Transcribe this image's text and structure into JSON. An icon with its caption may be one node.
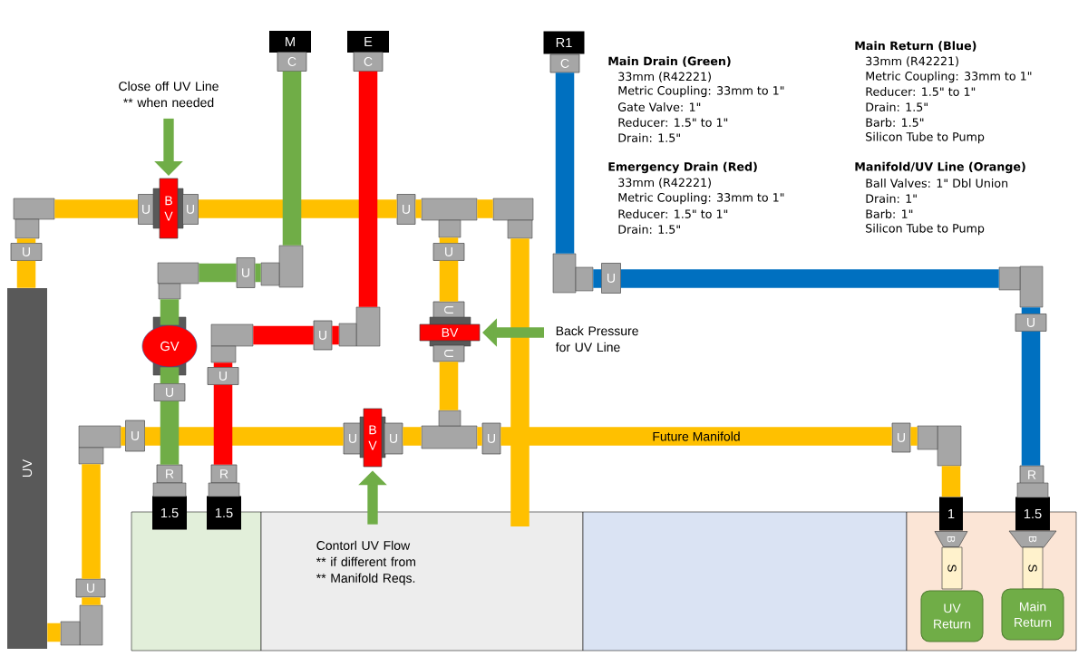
{
  "diagram": {
    "nodes": [
      {
        "text": [
          "M"
        ]
      },
      {
        "text": [
          "E"
        ]
      },
      {
        "text": [
          "R1"
        ]
      },
      {
        "text": [
          "C"
        ]
      },
      {
        "text": [
          "C"
        ]
      },
      {
        "text": [
          "C"
        ]
      },
      {
        "text": [
          "Close off UV Line ** when needed"
        ]
      },
      {
        "text": [
          "U"
        ]
      },
      {
        "text": [
          "B V"
        ]
      },
      {
        "text": [
          "U"
        ]
      },
      {
        "text": [
          "U"
        ]
      },
      {
        "text": [
          "U"
        ]
      },
      {
        "text": [
          "U"
        ]
      },
      {
        "text": [
          "U"
        ]
      },
      {
        "text": [
          "U"
        ]
      },
      {
        "text": [
          "GV"
        ]
      },
      {
        "text": [
          "U"
        ]
      },
      {
        "text": [
          "BV"
        ]
      },
      {
        "text": [
          "U"
        ]
      },
      {
        "text": [
          "U"
        ]
      },
      {
        "text": [
          "U"
        ]
      },
      {
        "text": [
          "U"
        ]
      },
      {
        "text": [
          "U"
        ]
      },
      {
        "text": [
          "U"
        ]
      },
      {
        "text": [
          "U"
        ]
      },
      {
        "text": [
          "B V"
        ]
      },
      {
        "text": [
          "U"
        ]
      },
      {
        "text": [
          "U"
        ]
      },
      {
        "text": [
          "U"
        ]
      },
      {
        "text": [
          "R"
        ]
      },
      {
        "text": [
          "R"
        ]
      },
      {
        "text": [
          "R"
        ]
      },
      {
        "text": [
          "UV"
        ]
      },
      {
        "text": [
          "1.5"
        ]
      },
      {
        "text": [
          "1.5"
        ]
      },
      {
        "text": [
          "1"
        ]
      },
      {
        "text": [
          "1.5"
        ]
      },
      {
        "text": [
          "B"
        ]
      },
      {
        "text": [
          "B"
        ]
      },
      {
        "text": [
          "S"
        ]
      },
      {
        "text": [
          "S"
        ]
      },
      {
        "text": [
          "UV Return"
        ]
      },
      {
        "text": [
          "Main Return"
        ]
      },
      {
        "text": [
          "U"
        ]
      },
      {
        "text": [
          "Back Pressure for UV Line"
        ]
      },
      {
        "text": [
          "Contorl UV Flow ** if different from ** Manifold Reqs."
        ]
      },
      {
        "text": [],
        "shape": "box"
      },
      {
        "text": [],
        "shape": "box"
      },
      {
        "text": [],
        "shape": "box"
      },
      {
        "text": [],
        "shape": "box"
      },
      {
        "text": [],
        "shape": "box"
      },
      {
        "text": [],
        "shape": "box"
      },
      {
        "text": [],
        "shape": "box"
      },
      {
        "text": [],
        "shape": "box"
      },
      {
        "text": [],
        "shape": "box"
      },
      {
        "text": [],
        "shape": "box"
      },
      {
        "text": [],
        "shape": "box"
      },
      {
        "text": [],
        "shape": "box"
      },
      {
        "text": [],
        "shape": "box"
      },
      {
        "text": [],
        "shape": "box"
      },
      {
        "text": [],
        "shape": "box"
      },
      {
        "text": [],
        "shape": "box"
      }
    ],
    "edges": [
      {
        "from": 46,
        "to": 7,
        "arrow": "none"
      },
      {
        "from": 9,
        "to": 10,
        "arrow": "none"
      },
      {
        "from": 10,
        "to": 47,
        "arrow": "none"
      },
      {
        "from": 47,
        "to": 48,
        "arrow": "none"
      },
      {
        "from": 46,
        "to": 11,
        "arrow": "none"
      },
      {
        "from": 11,
        "to": 32,
        "arrow": "none"
      },
      {
        "from": 47,
        "to": 12,
        "arrow": "none"
      },
      {
        "from": 12,
        "to": 16,
        "arrow": "none"
      },
      {
        "from": 18,
        "to": 54,
        "arrow": "none"
      },
      {
        "from": 53,
        "to": 23,
        "arrow": "none"
      },
      {
        "from": 23,
        "to": 24,
        "arrow": "none"
      },
      {
        "from": 26,
        "to": 54,
        "arrow": "none"
      },
      {
        "from": 54,
        "to": 27,
        "arrow": "none"
      },
      {
        "from": 27,
        "to": 28,
        "arrow": "none",
        "label": "Future Manifold"
      },
      {
        "from": 28,
        "to": 55,
        "arrow": "none"
      },
      {
        "from": 55,
        "to": 35,
        "arrow": "none"
      },
      {
        "from": 53,
        "to": 43,
        "arrow": "none"
      },
      {
        "from": 43,
        "to": 58,
        "arrow": "none"
      },
      {
        "from": 58,
        "to": 32,
        "arrow": "none"
      },
      {
        "from": 48,
        "to": null,
        "arrow": "none"
      },
      {
        "from": 3,
        "to": 50,
        "arrow": "none",
        "color": "#70ad47"
      },
      {
        "from": 50,
        "to": 13,
        "arrow": "none",
        "color": "#70ad47"
      },
      {
        "from": 13,
        "to": 49,
        "arrow": "none",
        "color": "#70ad47"
      },
      {
        "from": 49,
        "to": 15,
        "arrow": "none",
        "color": "#70ad47"
      },
      {
        "from": 15,
        "to": 22,
        "arrow": "none",
        "color": "#70ad47"
      },
      {
        "from": 22,
        "to": 29,
        "arrow": "none",
        "color": "#70ad47"
      },
      {
        "from": 4,
        "to": 51,
        "arrow": "none",
        "color": "#ff0000"
      },
      {
        "from": 51,
        "to": 20,
        "arrow": "none",
        "color": "#ff0000"
      },
      {
        "from": 20,
        "to": 52,
        "arrow": "none",
        "color": "#ff0000"
      },
      {
        "from": 52,
        "to": 21,
        "arrow": "none",
        "color": "#ff0000"
      },
      {
        "from": 21,
        "to": 30,
        "arrow": "none",
        "color": "#ff0000"
      },
      {
        "from": 5,
        "to": 56,
        "arrow": "none",
        "color": "#0070c0"
      },
      {
        "from": 56,
        "to": 14,
        "arrow": "none",
        "color": "#0070c0"
      },
      {
        "from": 14,
        "to": 57,
        "arrow": "none",
        "color": "#0070c0"
      },
      {
        "from": 57,
        "to": 19,
        "arrow": "none",
        "color": "#0070c0"
      },
      {
        "from": 19,
        "to": 31,
        "arrow": "none",
        "color": "#0070c0"
      },
      {
        "from": 6,
        "to": 8,
        "arrow": "to",
        "color": "#70ad47"
      },
      {
        "from": 44,
        "to": 17,
        "arrow": "to",
        "color": "#70ad47"
      },
      {
        "from": 45,
        "to": 25,
        "arrow": "to",
        "color": "#70ad47"
      }
    ],
    "labels": [
      "Main Drain (Green)",
      "33mm (R42221)",
      "Metric Coupling: 33mm to 1\"",
      "Gate Valve: 1\"",
      "Reducer: 1.5\" to 1\"",
      "Drain: 1.5\"",
      "Emergency Drain (Red)",
      "33mm (R42221)",
      "Metric Coupling: 33mm to 1\"",
      "Reducer: 1.5\" to 1\"",
      "Drain: 1.5\"",
      "Main Return (Blue)",
      "33mm (R42221)",
      "Metric Coupling: 33mm to 1\"",
      "Reducer: 1.5\" to 1\"",
      "Drain: 1.5\"",
      "Barb: 1.5\"",
      "Silicon Tube to Pump",
      "Manifold/UV Line (Orange)",
      "Ball Valves: 1\" Dbl Union",
      "Drain: 1\"",
      "Barb: 1\"",
      "Silicon Tube to Pump"
    ]
  }
}
